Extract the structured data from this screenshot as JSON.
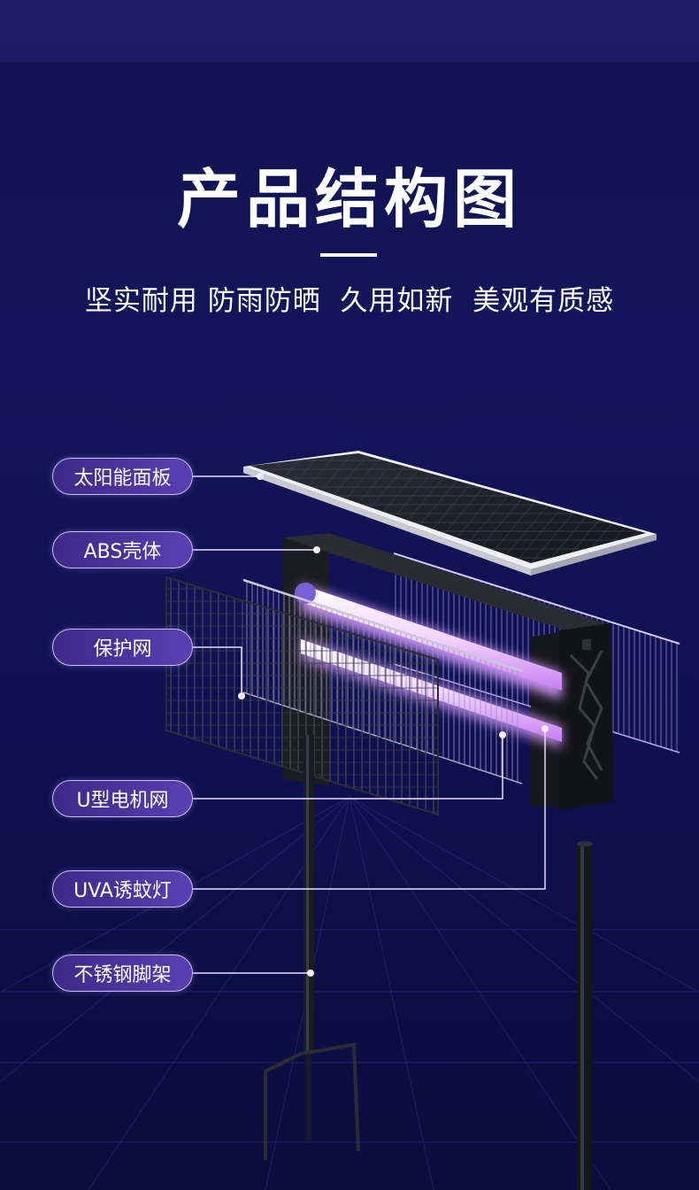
{
  "header": {
    "title": "产品结构图",
    "subtitle": "坚实耐用 防雨防晒  久用如新  美观有质感"
  },
  "callouts": [
    {
      "label": "太阳能面板"
    },
    {
      "label": "ABS壳体"
    },
    {
      "label": "保护网"
    },
    {
      "label": "U型电机网"
    },
    {
      "label": "UVA诱蚊灯"
    },
    {
      "label": "不锈钢脚架"
    }
  ],
  "colors": {
    "background": "#12155a",
    "callout_fill": "#4a35a0",
    "callout_border": "#c9bff2",
    "uv_glow": "#e7b6ff"
  }
}
